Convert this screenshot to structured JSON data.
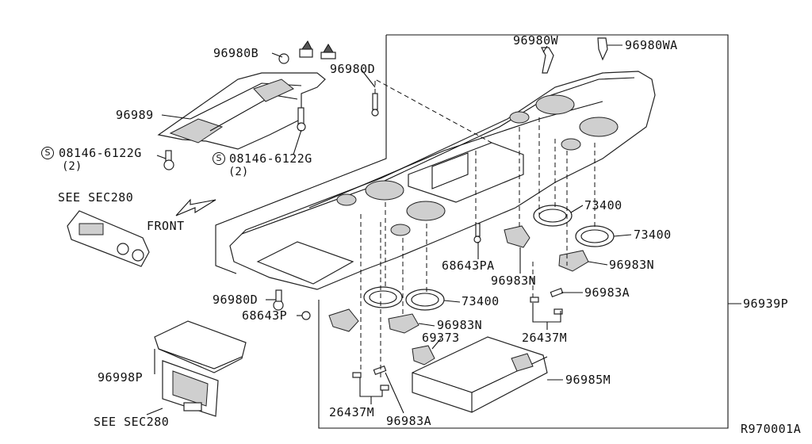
{
  "diagram": {
    "front_label": "FRONT",
    "drawing_number": "R970001A",
    "references": {
      "top": "SEE SEC280",
      "bottom": "SEE SEC280"
    },
    "screw_callouts": [
      {
        "symbol": "S",
        "part": "08146-6122G",
        "qty": "(2)"
      },
      {
        "symbol": "S",
        "part": "08146-6122G",
        "qty": "(2)"
      }
    ],
    "part_labels": {
      "p96980B": "96980B",
      "p96980D_top": "96980D",
      "p96989": "96989",
      "p96980W": "96980W",
      "p96980WA": "96980WA",
      "p73400_a": "73400",
      "p73400_b": "73400",
      "p96983N_a": "96983N",
      "p68643PA": "68643PA",
      "p96983N_b": "96983N",
      "p96983A_a": "96983A",
      "p96939P": "96939P",
      "p73400_c": "73400",
      "p96983N_c": "96983N",
      "p69373": "69373",
      "p26437M_a": "26437M",
      "p96980D_bot": "96980D",
      "p68643P": "68643P",
      "p96998P": "96998P",
      "p96985M": "96985M",
      "p26437M_b": "26437M",
      "p96983A_b": "96983A"
    }
  }
}
